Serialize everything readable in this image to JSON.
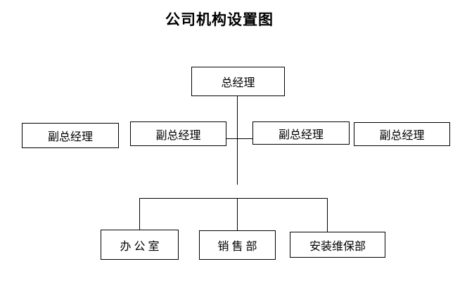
{
  "title": "公司机构设置图",
  "colors": {
    "background": "#ffffff",
    "line": "#000000",
    "text": "#000000"
  },
  "org_chart": {
    "type": "org-tree",
    "root": {
      "label": "总经理"
    },
    "level2": [
      {
        "label": "副总经理"
      },
      {
        "label": "副总经理"
      },
      {
        "label": "副总经理"
      },
      {
        "label": "副总经理"
      }
    ],
    "level3": [
      {
        "label": "办 公 室"
      },
      {
        "label": "销 售 部"
      },
      {
        "label": "安装维保部"
      }
    ]
  }
}
